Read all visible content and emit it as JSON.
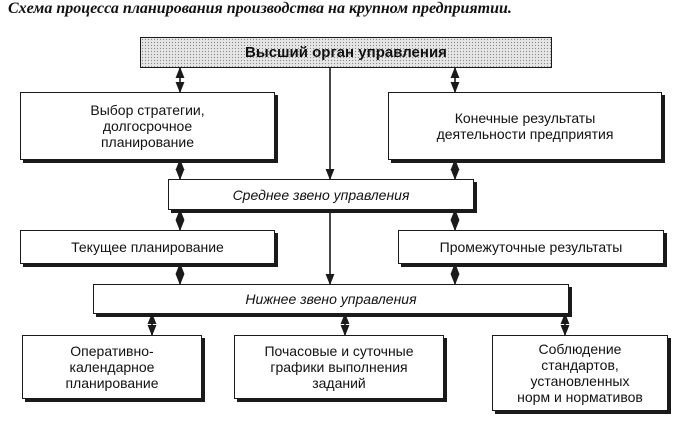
{
  "title": "Схема процесса планирования производства на крупном предприятии.",
  "boxes": {
    "top_management": "Высший орган управления",
    "strategy": "Выбор стратегии,\nдолгосрочное\nпланирование",
    "final_results": "Конечные результаты\nдеятельности предприятия",
    "middle_management": "Среднее звено управления",
    "current_planning": "Текущее планирование",
    "intermediate_results": "Промежуточные результаты",
    "lower_management": "Нижнее звено управления",
    "operational_planning": "Оперативно-\nкалендарное\nпланирование",
    "hourly_schedules": "Почасовые и суточные\nграфики выполнения\nзаданий",
    "standards_compliance": "Соблюдение\nстандартов,\nустановленных\nнорм и нормативов"
  }
}
